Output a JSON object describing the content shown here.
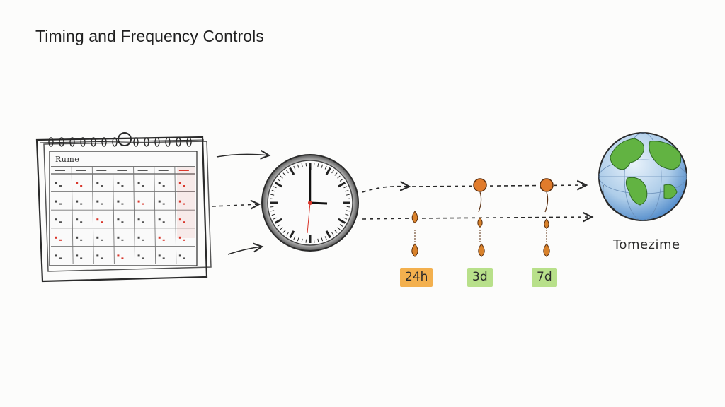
{
  "title": "Timing and Frequency Controls",
  "calendar": {
    "header": "Rume"
  },
  "schedule_tags": [
    {
      "label": "24h",
      "color": "#f3b04e"
    },
    {
      "label": "3d",
      "color": "#b8e08a"
    },
    {
      "label": "7d",
      "color": "#b8e08a"
    }
  ],
  "globe": {
    "label": "Tomezime"
  },
  "colors": {
    "ink": "#2a2a2a",
    "marker_orange": "#e07b2c",
    "calendar_red": "#d9362b",
    "globe_water": "#4a86c8",
    "globe_land": "#62b342"
  },
  "icons": [
    "calendar-icon",
    "clock-icon",
    "globe-icon",
    "timer-node-icon",
    "drop-icon"
  ]
}
